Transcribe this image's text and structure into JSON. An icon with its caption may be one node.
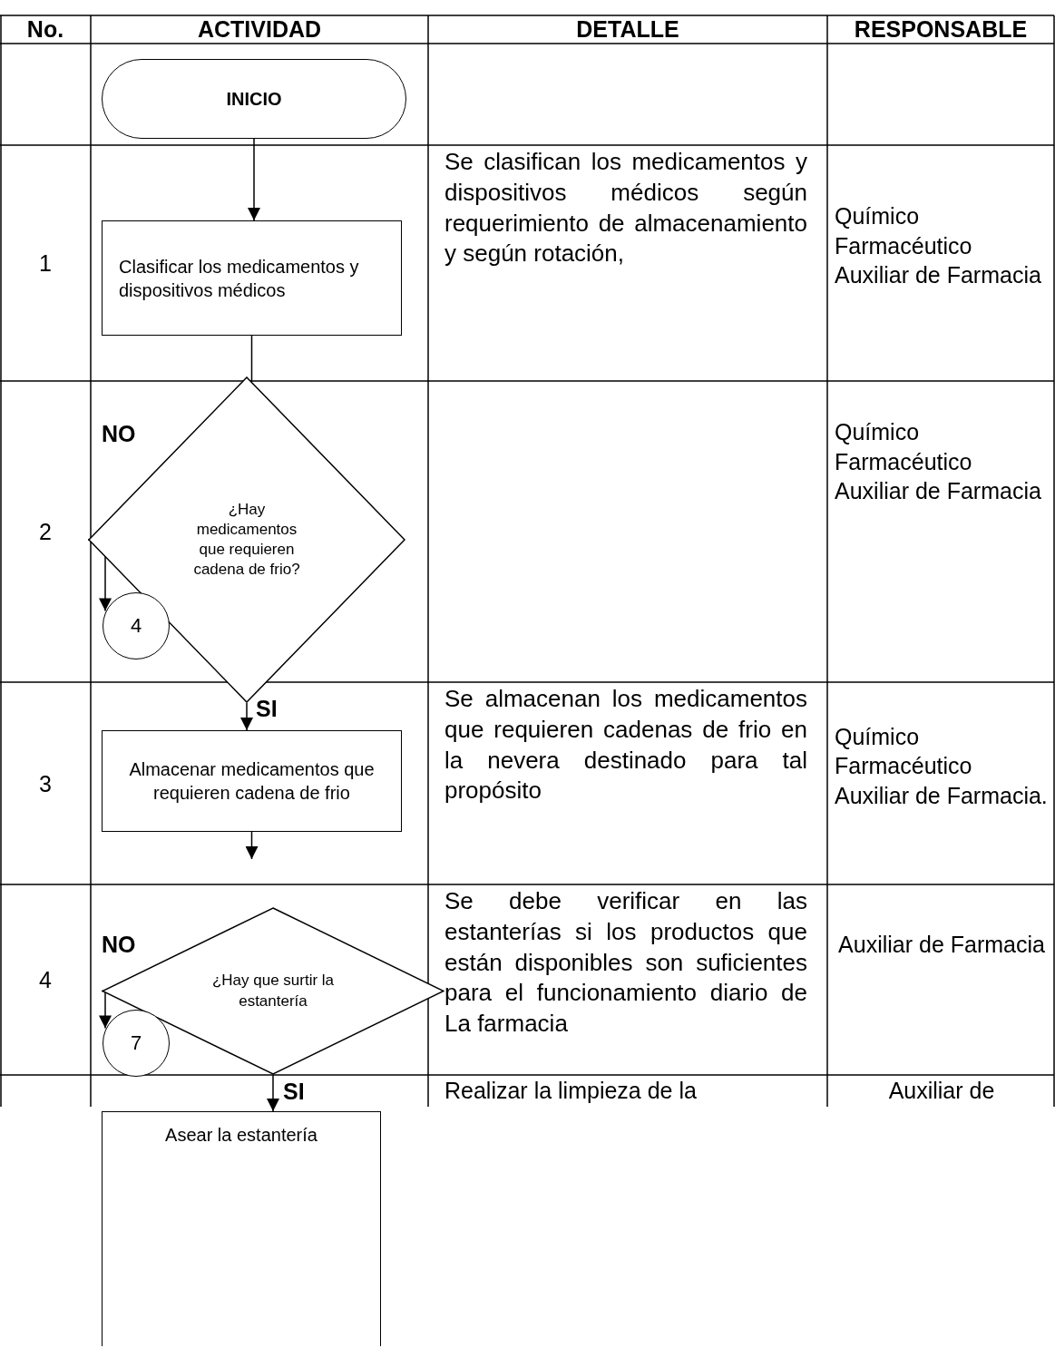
{
  "diagram": {
    "nodes": [
      {
        "text": [
          "INICIO"
        ]
      },
      {
        "text": [
          "Clasificar los medicamentos y dispositivos médicos"
        ]
      },
      {
        "text": [
          "¿Hay medicamentos que requieren cadena de frio?"
        ]
      },
      {
        "text": [
          "4"
        ]
      },
      {
        "text": [
          "Almacenar medicamentos que requieren cadena de frio"
        ]
      },
      {
        "text": [
          "¿Hay que surtir la estantería"
        ]
      },
      {
        "text": [
          "7"
        ]
      },
      {
        "text": [
          "Asear la estantería"
        ]
      }
    ],
    "edges": [
      {
        "from": 0,
        "to": 1,
        "arrow": "to"
      },
      {
        "from": 1,
        "to": 2,
        "arrow": "none"
      },
      {
        "from": 2,
        "to": 3,
        "arrow": "to",
        "label": "NO"
      },
      {
        "from": 2,
        "to": 4,
        "arrow": "to",
        "label": "SI"
      },
      {
        "from": 4,
        "to": null,
        "arrow": "to"
      },
      {
        "from": 5,
        "to": 6,
        "arrow": "to",
        "label": "NO"
      },
      {
        "from": 5,
        "to": 7,
        "arrow": "to",
        "label": "SI"
      }
    ],
    "labels": [
      "No.",
      "ACTIVIDAD",
      "DETALLE",
      "RESPONSABLE",
      "1",
      "Se clasifican los medicamentos y dispositivos médicos según requerimiento de almacenamiento y según rotación,",
      "Químico Farmacéutico Auxiliar de Farmacia",
      "2",
      "Químico Farmacéutico Auxiliar de Farmacia",
      "3",
      "Se almacenan los medicamentos que requieren cadenas de frio en la nevera destinado para tal propósito",
      "Químico Farmacéutico Auxiliar de Farmacia.",
      "4",
      "Se debe verificar en las estanterías si los productos que están disponibles son suficientes para el funcionamiento diario de La farmacia",
      "Auxiliar de Farmacia",
      "Realizar la limpieza de la",
      "Auxiliar de"
    ]
  }
}
